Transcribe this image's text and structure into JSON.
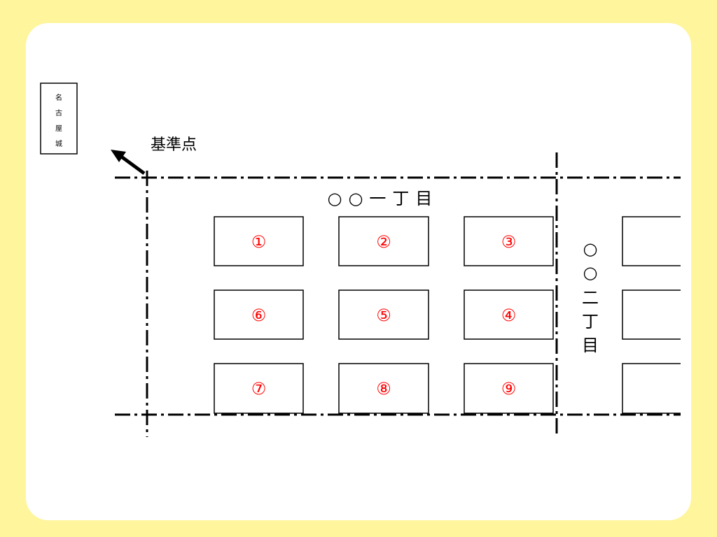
{
  "landmark": {
    "chars": [
      "名",
      "古",
      "屋",
      "城"
    ]
  },
  "reference_point": {
    "label": "基準点"
  },
  "blocks": {
    "block1_label": "○○一丁目",
    "block2_label_chars": [
      "○",
      "○",
      "二",
      "丁",
      "目"
    ]
  },
  "lots": [
    {
      "label": "①"
    },
    {
      "label": "②"
    },
    {
      "label": "③"
    },
    {
      "label": "⑥"
    },
    {
      "label": "⑤"
    },
    {
      "label": "④"
    },
    {
      "label": "⑦"
    },
    {
      "label": "⑧"
    },
    {
      "label": "⑨"
    }
  ],
  "colors": {
    "page_background": "#fff59d",
    "card_background": "#ffffff",
    "lot_number": "#ff0000",
    "lines": "#000000"
  }
}
